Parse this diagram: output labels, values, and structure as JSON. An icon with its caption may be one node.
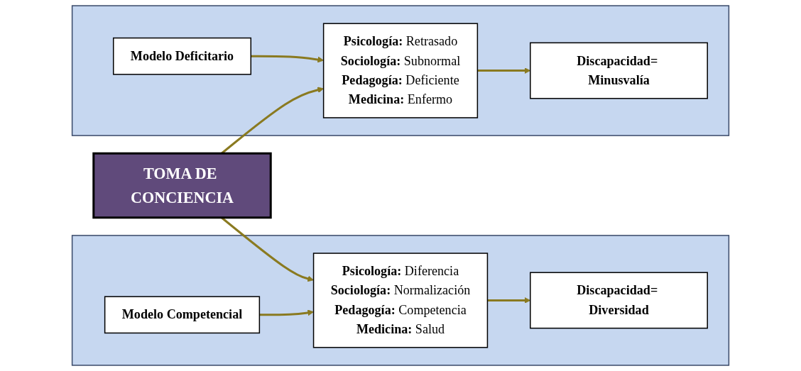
{
  "diagram": {
    "nodes": [
      {
        "text": [],
        "shape": "box"
      },
      {
        "text": [
          "Modelo Deficitario"
        ],
        "in": 0
      },
      {
        "text": [
          "**Psicología:** Retrasado",
          "**Sociología:** Subnormal",
          "**Pedagogía:** Deficiente",
          "**Medicina:** Enfermo"
        ],
        "in": 0
      },
      {
        "text": [
          "Discapacidad= Minusvalía"
        ],
        "in": 0
      },
      {
        "text": [
          "TOMA DE CONCIENCIA"
        ]
      },
      {
        "text": [],
        "shape": "box"
      },
      {
        "text": [
          "Modelo Competencial"
        ],
        "in": 5
      },
      {
        "text": [
          "**Psicología:** Diferencia",
          "**Sociología:** Normalización",
          "**Pedagogía:** Competencia",
          "**Medicina:** Salud"
        ],
        "in": 5
      },
      {
        "text": [
          "Discapacidad= Diversidad"
        ],
        "in": 5
      }
    ],
    "edges": [
      {
        "from": 1,
        "to": 2,
        "arrow": "to"
      },
      {
        "from": 2,
        "to": 3,
        "arrow": "to"
      },
      {
        "from": 4,
        "to": 2,
        "arrow": "to"
      },
      {
        "from": 4,
        "to": 7,
        "arrow": "to"
      },
      {
        "from": 6,
        "to": 7,
        "arrow": "to"
      },
      {
        "from": 7,
        "to": 8,
        "arrow": "to"
      }
    ]
  }
}
